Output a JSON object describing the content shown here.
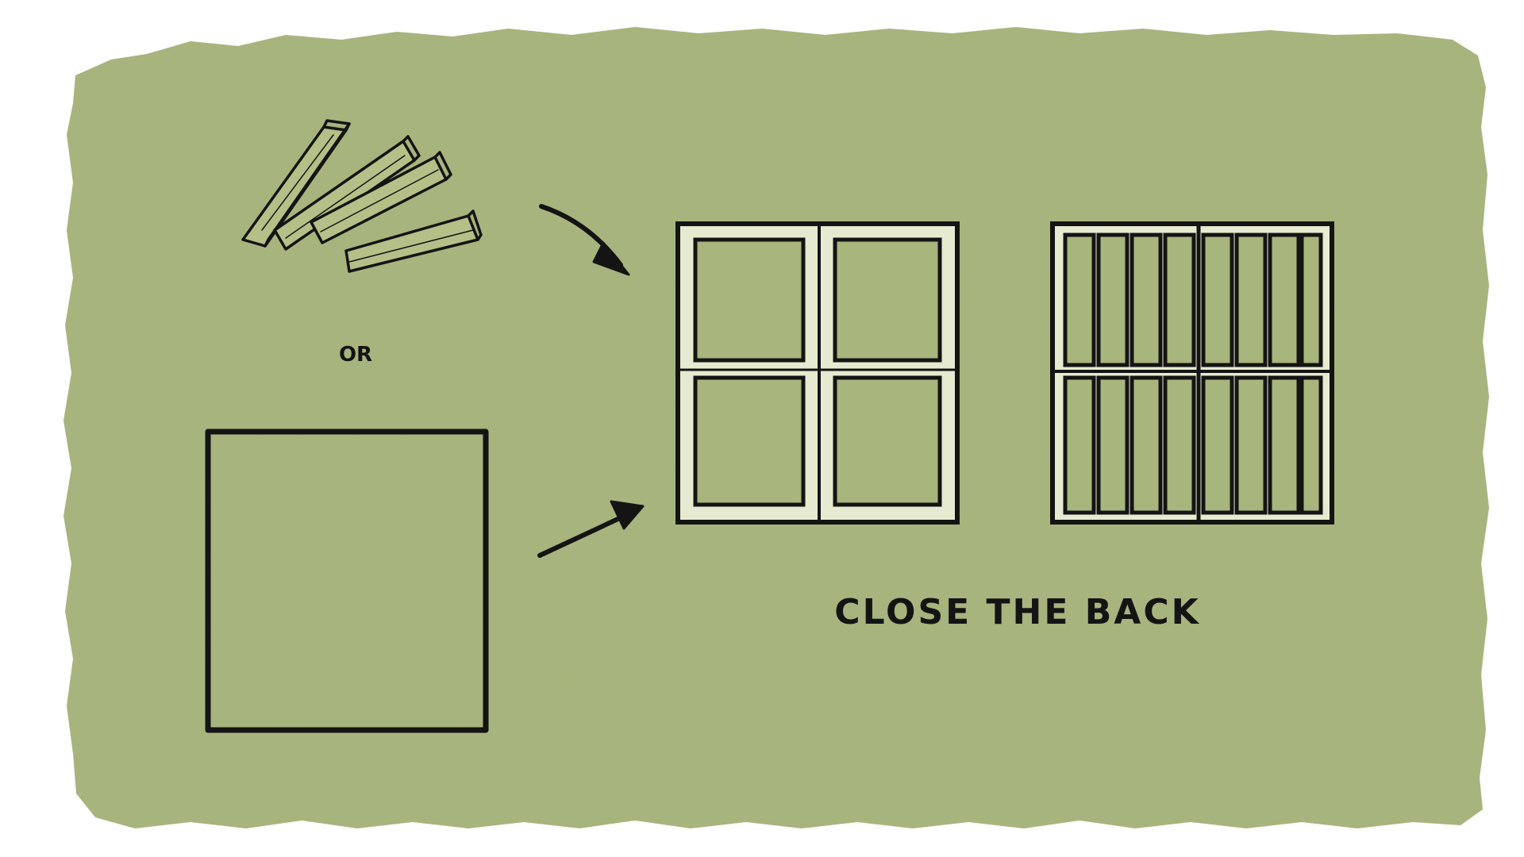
{
  "labels": {
    "or": "OR",
    "caption": "CLOSE THE BACK"
  },
  "colors": {
    "paper": "#a8b57c",
    "ink": "#141414",
    "frame_fill": "#e6ead0",
    "background": "#ffffff"
  },
  "elements": {
    "planks": "wood-planks-icon",
    "panel": "solid-panel",
    "open_frame": "open-grid-frame",
    "closed_frame": "closed-back-frame"
  }
}
